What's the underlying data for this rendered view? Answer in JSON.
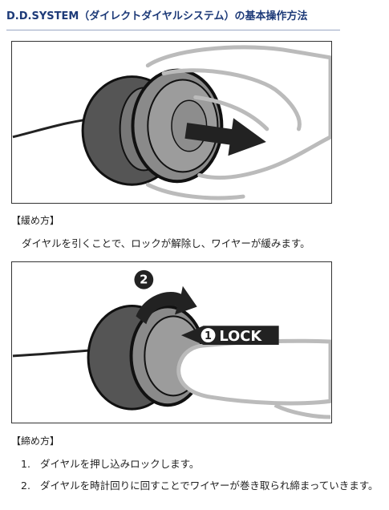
{
  "page": {
    "title": "D.D.SYSTEM（ダイレクトダイヤルシステム）の基本操作方法"
  },
  "loosen": {
    "heading": "【緩め方】",
    "description": "ダイヤルを引くことで、ロックが解除し、ワイヤーが緩みます。"
  },
  "tighten": {
    "heading": "【締め方】",
    "steps": [
      {
        "number": "1.",
        "text": "ダイヤルを押し込みロックします。"
      },
      {
        "number": "2.",
        "text": "ダイヤルを時計回りに回すことでワイヤーが巻き取られ締まっていきます。"
      }
    ]
  },
  "figure2": {
    "badge_2": "2",
    "badge_1": "1",
    "lock_label": "LOCK"
  }
}
